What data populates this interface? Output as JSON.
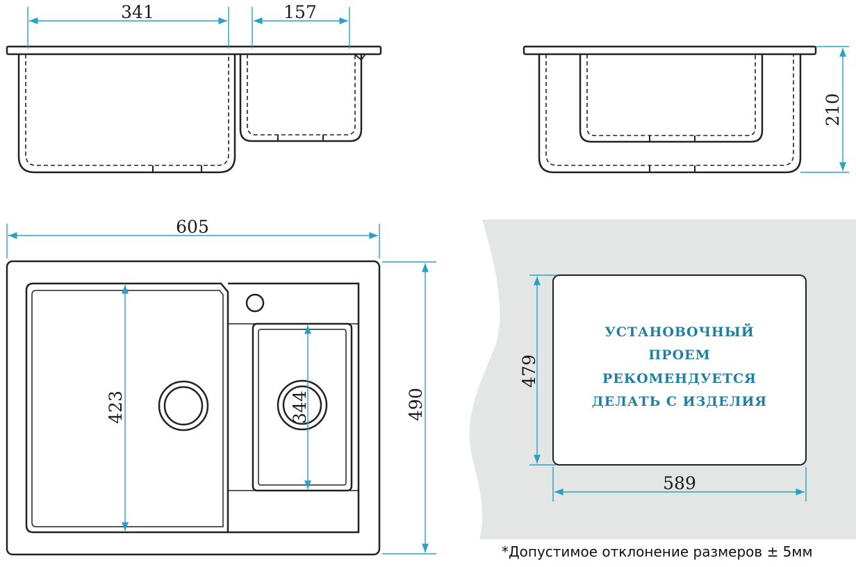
{
  "dimensions": {
    "bowl_large_width": "341",
    "bowl_small_width": "157",
    "depth": "210",
    "overall_width": "605",
    "overall_height": "490",
    "large_bowl_length": "423",
    "small_bowl_length": "344",
    "cutout_height": "479",
    "cutout_width": "589"
  },
  "cutout": {
    "lines": [
      "УСТАНОВОЧНЫЙ",
      "ПРОЕМ",
      "РЕКОМЕНДУЕТСЯ",
      "ДЕЛАТЬ С ИЗДЕЛИЯ"
    ]
  },
  "footnote": "*Допустимое отклонение размеров ± 5мм",
  "colors": {
    "dimension": "#2aa0c4",
    "outline": "#222222",
    "background_panel": "#e4e6e6",
    "label": "#1f7fa3"
  }
}
